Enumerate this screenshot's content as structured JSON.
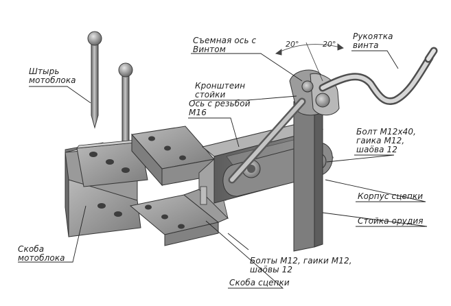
{
  "labels": {
    "pin": "Штырь\nмотоблока",
    "removable_axis": "Съемная ось с\nВинтом",
    "screw_handle": "Рукоятка\nвинта",
    "post_bracket": "Кронштеин\nстойки",
    "threaded_axis": "Ось с резьбой\nМ16",
    "bolt_m12x40": "Болт М12х40,\nгаика М12,\nшаӧва 12",
    "hitch_body": "Корпус сцепки",
    "tool_post": "Стойка орудия",
    "motoblock_bracket": "Скоба\nмотоблока",
    "bolts_m12": "Болты М12, гаики М12,\nшаӧвы 12",
    "hitch_bracket": "Скоба сцепки"
  },
  "angles": {
    "left": "20°",
    "right": "20°"
  }
}
